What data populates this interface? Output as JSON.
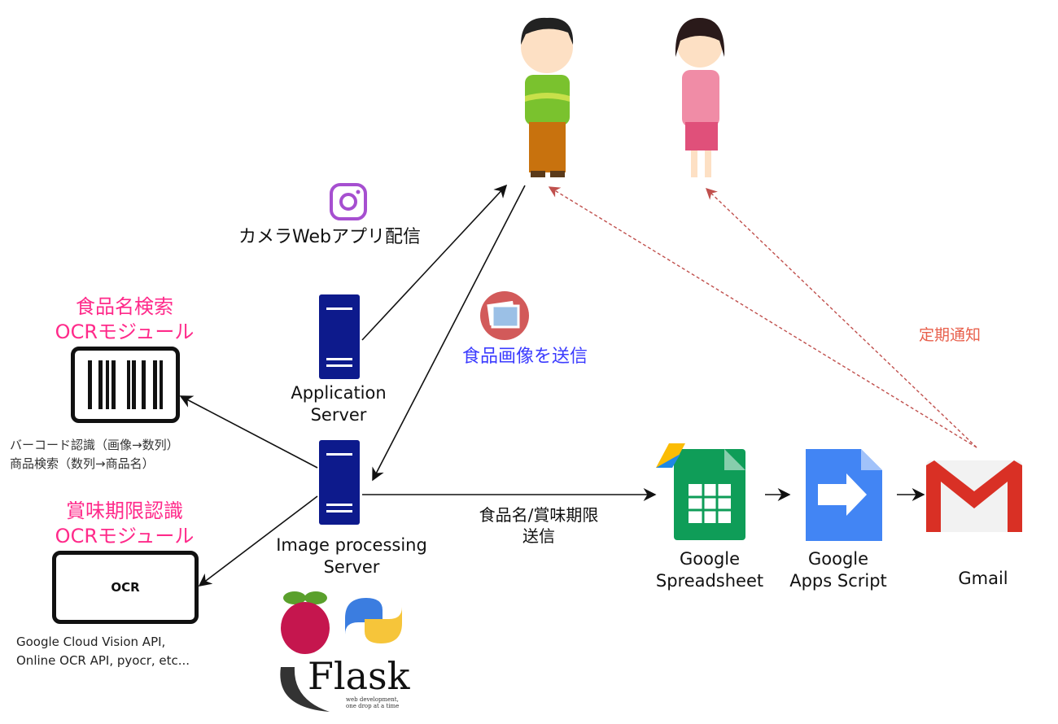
{
  "labels": {
    "camera_app": "カメラWebアプリ配信",
    "send_image": "食品画像を送信",
    "app_server": [
      "Application",
      "Server"
    ],
    "image_server": [
      "Image processing",
      "Server"
    ],
    "barcode_module": [
      "食品名検索",
      "OCRモジュール"
    ],
    "barcode_caption": [
      "バーコード認識（画像→数列）",
      "商品検索（数列→商品名）"
    ],
    "ocr_module": [
      "賞味期限認識",
      "OCRモジュール"
    ],
    "ocr_box": "OCR",
    "ocr_caption": [
      "Google Cloud Vision API,",
      "Online OCR API, pyocr, etc..."
    ],
    "send_data": [
      "食品名/賞味期限",
      "送信"
    ],
    "spreadsheet": [
      "Google",
      "Spreadsheet"
    ],
    "apps_script": [
      "Google",
      "Apps Script"
    ],
    "gmail": "Gmail",
    "notify": "定期通知",
    "flask": "Flask",
    "flask_tagline": [
      "web development,",
      "one drop at a time"
    ]
  },
  "colors": {
    "pink": "#ff2a8a",
    "blue": "#3b3bff",
    "notify": "#e8604c",
    "server": "#0d1a8c"
  }
}
